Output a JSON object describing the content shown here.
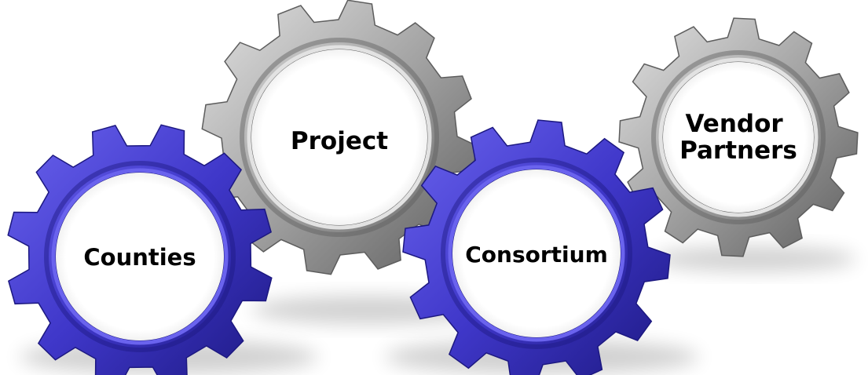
{
  "diagram": {
    "gears": [
      {
        "id": "counties",
        "label_lines": [
          "Counties"
        ],
        "color": "blue"
      },
      {
        "id": "project",
        "label_lines": [
          "Project"
        ],
        "color": "gray"
      },
      {
        "id": "consortium",
        "label_lines": [
          "Consortium"
        ],
        "color": "blue"
      },
      {
        "id": "vendor",
        "label_lines": [
          "Vendor",
          "Partners"
        ],
        "color": "gray"
      }
    ]
  },
  "colors": {
    "blue_base": "#3f37c9",
    "blue_dark": "#1c1880",
    "blue_light": "#6a63ee",
    "gray_base": "#a3a3a3",
    "gray_dark": "#5d5d5d",
    "gray_light": "#e2e2e2",
    "shadow": "#000000"
  }
}
